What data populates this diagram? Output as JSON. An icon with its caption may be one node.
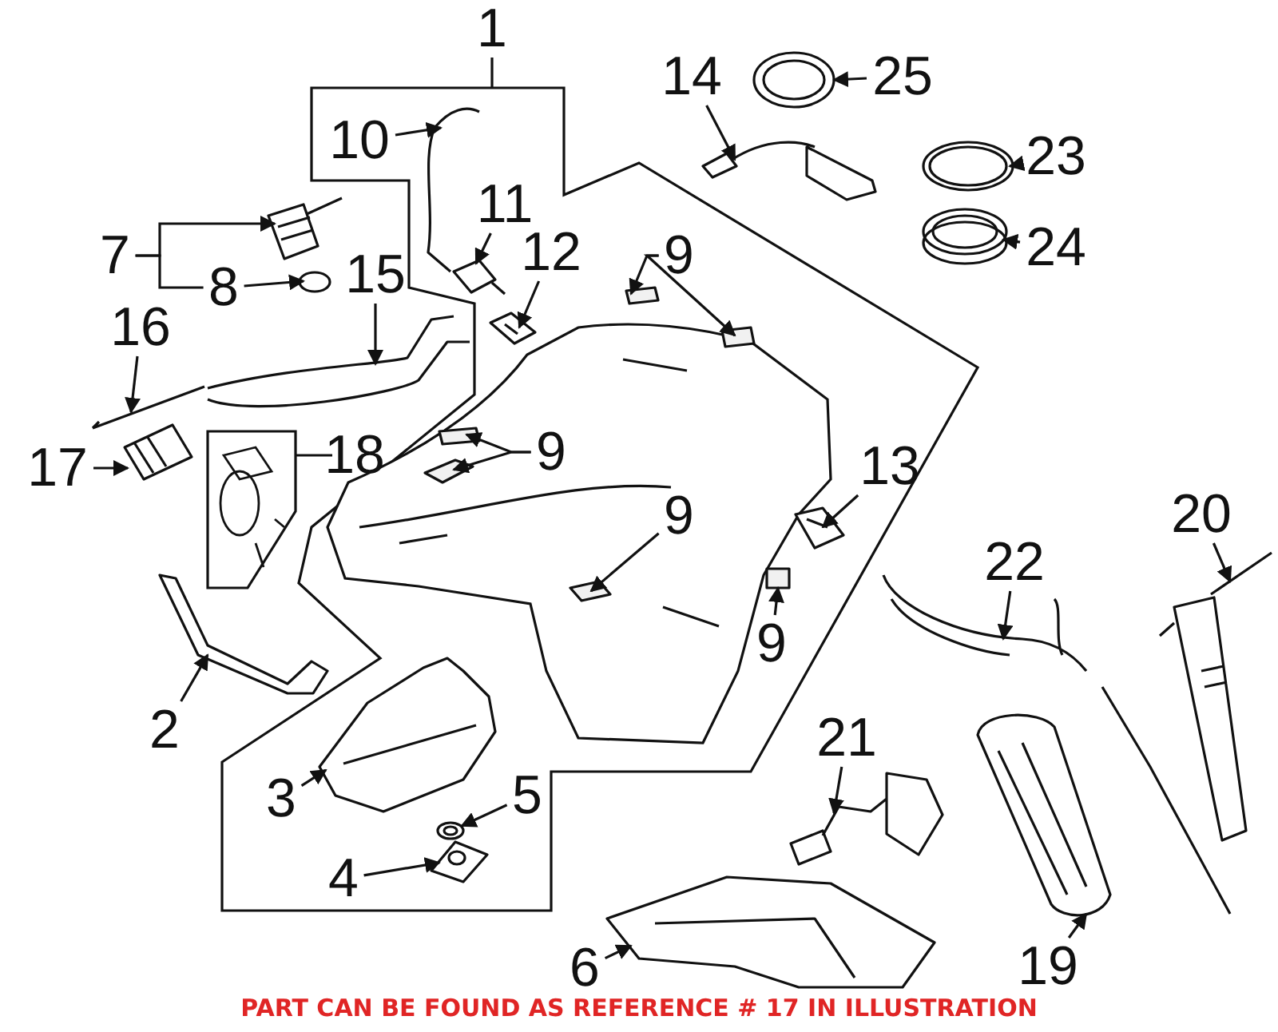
{
  "diagram": {
    "caption": "PART CAN BE FOUND AS REFERENCE # 17 IN ILLUSTRATION",
    "nodes": [
      {
        "text": [
          "10"
        ]
      },
      {
        "text": [],
        "shape": "picture"
      },
      {
        "text": [
          "7"
        ]
      },
      {
        "text": [],
        "shape": "picture"
      },
      {
        "text": [
          "11"
        ]
      },
      {
        "text": [],
        "shape": "picture"
      },
      {
        "text": [
          "12"
        ]
      },
      {
        "text": [],
        "shape": "picture"
      },
      {
        "text": [
          "8"
        ]
      },
      {
        "text": [],
        "shape": "circle"
      },
      {
        "text": [
          "15"
        ]
      },
      {
        "text": [],
        "shape": "picture"
      },
      {
        "text": [
          "16"
        ]
      },
      {
        "text": [],
        "shape": "picture"
      },
      {
        "text": [
          "17"
        ]
      },
      {
        "text": [],
        "shape": "picture"
      },
      {
        "text": [
          "9"
        ]
      },
      {
        "text": [],
        "shape": "box"
      },
      {
        "text": [],
        "shape": "box"
      },
      {
        "text": [
          "9"
        ]
      },
      {
        "text": [],
        "shape": "box"
      },
      {
        "text": [],
        "shape": "box"
      },
      {
        "text": [
          "9"
        ]
      },
      {
        "text": [],
        "shape": "box"
      },
      {
        "text": [
          "9"
        ]
      },
      {
        "text": [],
        "shape": "box"
      },
      {
        "text": [
          "13"
        ]
      },
      {
        "text": [],
        "shape": "picture"
      },
      {
        "text": [
          "14"
        ]
      },
      {
        "text": [],
        "shape": "picture"
      },
      {
        "text": [
          "25"
        ]
      },
      {
        "text": [],
        "shape": "picture"
      },
      {
        "text": [
          "23"
        ]
      },
      {
        "text": [],
        "shape": "picture"
      },
      {
        "text": [
          "24"
        ]
      },
      {
        "text": [],
        "shape": "picture"
      },
      {
        "text": [
          "20"
        ]
      },
      {
        "text": [],
        "shape": "picture"
      },
      {
        "text": [
          "22"
        ]
      },
      {
        "text": [],
        "shape": "picture"
      },
      {
        "text": [
          "2"
        ]
      },
      {
        "text": [],
        "shape": "picture"
      },
      {
        "text": [
          "3"
        ]
      },
      {
        "text": [],
        "shape": "picture"
      },
      {
        "text": [
          "5"
        ]
      },
      {
        "text": [],
        "shape": "picture"
      },
      {
        "text": [
          "4"
        ]
      },
      {
        "text": [],
        "shape": "picture"
      },
      {
        "text": [
          "21"
        ]
      },
      {
        "text": [],
        "shape": "picture"
      },
      {
        "text": [
          "6"
        ]
      },
      {
        "text": [],
        "shape": "picture"
      },
      {
        "text": [
          "19"
        ]
      },
      {
        "text": [],
        "shape": "picture"
      }
    ],
    "edges": [
      {
        "from": 0,
        "to": 1,
        "arrow": "to"
      },
      {
        "from": 2,
        "to": 3,
        "arrow": "to"
      },
      {
        "from": 4,
        "to": 5,
        "arrow": "to"
      },
      {
        "from": 6,
        "to": 7,
        "arrow": "to"
      },
      {
        "from": 8,
        "to": 9,
        "arrow": "to"
      },
      {
        "from": 10,
        "to": 11,
        "arrow": "to"
      },
      {
        "from": 12,
        "to": 13,
        "arrow": "to"
      },
      {
        "from": 14,
        "to": 15,
        "arrow": "to"
      },
      {
        "from": 16,
        "to": 17,
        "arrow": "to"
      },
      {
        "from": 16,
        "to": 18,
        "arrow": "to"
      },
      {
        "from": 19,
        "to": 20,
        "arrow": "to"
      },
      {
        "from": 19,
        "to": 21,
        "arrow": "to"
      },
      {
        "from": 22,
        "to": 23,
        "arrow": "to"
      },
      {
        "from": 24,
        "to": 25,
        "arrow": "to"
      },
      {
        "from": 26,
        "to": 27,
        "arrow": "to"
      },
      {
        "from": 28,
        "to": 29,
        "arrow": "to"
      },
      {
        "from": 30,
        "to": 31,
        "arrow": "to"
      },
      {
        "from": 32,
        "to": 33,
        "arrow": "to"
      },
      {
        "from": 34,
        "to": 35,
        "arrow": "to"
      },
      {
        "from": 36,
        "to": 37,
        "arrow": "to"
      },
      {
        "from": 38,
        "to": 39,
        "arrow": "to"
      },
      {
        "from": 40,
        "to": 41,
        "arrow": "to"
      },
      {
        "from": 42,
        "to": 43,
        "arrow": "to"
      },
      {
        "from": 44,
        "to": 45,
        "arrow": "to"
      },
      {
        "from": 46,
        "to": 47,
        "arrow": "to"
      },
      {
        "from": 48,
        "to": 49,
        "arrow": "to"
      },
      {
        "from": 50,
        "to": 51,
        "arrow": "to"
      },
      {
        "from": 52,
        "to": 53,
        "arrow": "to"
      },
      {
        "from": 2,
        "to": 8,
        "arrow": "none"
      }
    ],
    "labels": [
      "1",
      "18"
    ]
  }
}
